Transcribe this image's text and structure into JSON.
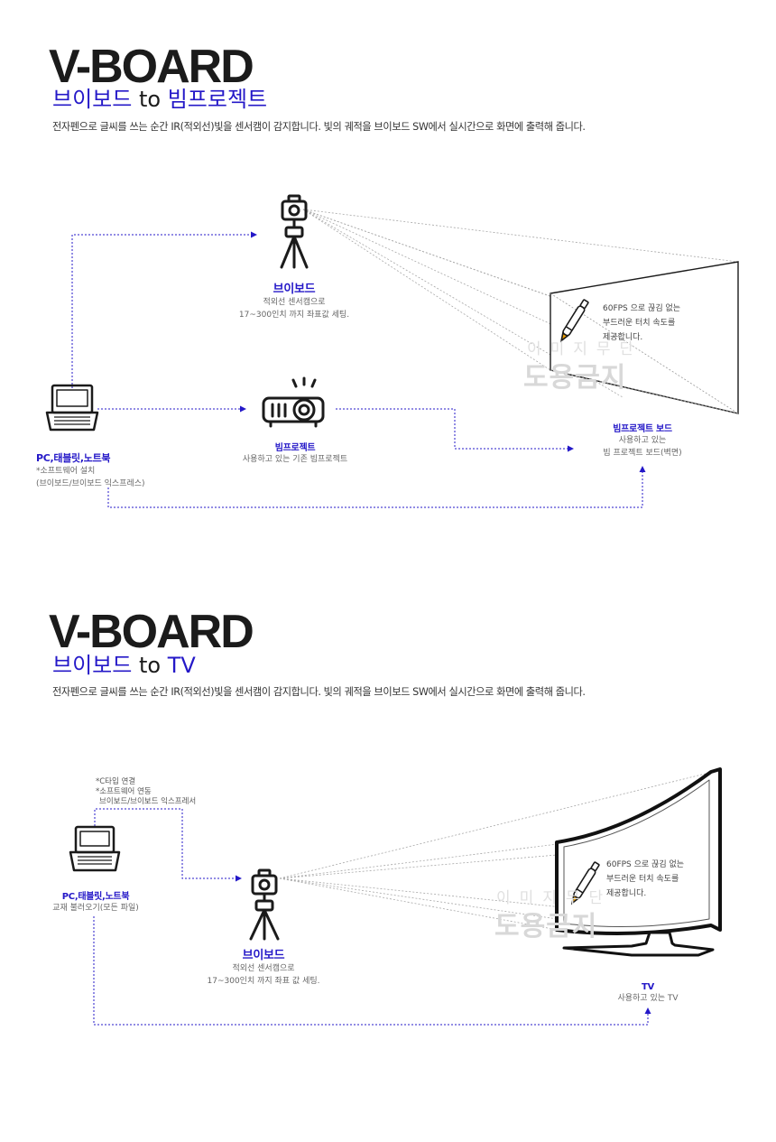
{
  "section1": {
    "brand": "V-BOARD",
    "subtitle_a": "브이보드",
    "subtitle_to": "to",
    "subtitle_b": "빔프로젝트",
    "description": "전자펜으로 글씨를 쓰는 순간 IR(적외선)빛을 센서캠이 감지합니다. 빛의 궤적을 브이보드 SW에서 실시간으로 화면에 출력해 줍니다.",
    "vboard": {
      "title": "브이보드",
      "line1": "적외선 센서캠으로",
      "line2": "17~300인치 까지 좌표값 세팅."
    },
    "pc": {
      "title": "PC,태블릿,노트북",
      "line1": "*소프트웨어 설치",
      "line2": "(브이보드/브이보드 익스프레스)"
    },
    "projector": {
      "title": "빔프로젝트",
      "line1": "사용하고 있는 기존 빔프로젝트"
    },
    "board": {
      "title": "빔프로젝트 보드",
      "line1": "사용하고 있는",
      "line2": "빔 프로젝트 보드(벽면)"
    },
    "screen_note": {
      "line1": "60FPS 으로 끊김 없는",
      "line2": "부드러운 터치 속도를",
      "line3": "제공합니다."
    },
    "watermark": {
      "small": "이미지무단",
      "big": "도용금지"
    }
  },
  "section2": {
    "brand": "V-BOARD",
    "subtitle_a": "브이보드",
    "subtitle_to": "to",
    "subtitle_b": "TV",
    "description": "전자펜으로 글씨를 쓰는 순간 IR(적외선)빛을 센서캠이 감지합니다. 빛의 궤적을 브이보드 SW에서 실시간으로 화면에 출력해 줍니다.",
    "note": {
      "line1": "*C타입 연결",
      "line2": "*소프트웨어 연동",
      "line3": "브이보드/브이보드 익스프레서"
    },
    "pc": {
      "title": "PC,태블릿,노트북",
      "line1": "교재 불러오기(모든 파일)"
    },
    "vboard": {
      "title": "브이보드",
      "line1": "적외선 센서캠으로",
      "line2": "17~300인치 까지 좌표 값 세팅."
    },
    "tv": {
      "title": "TV",
      "line1": "사용하고 있는 TV"
    },
    "screen_note": {
      "line1": "60FPS 으로 끊김 없는",
      "line2": "부드러운 터치 속도를",
      "line3": "제공합니다."
    },
    "watermark": {
      "small": "이미지무단",
      "big": "도용금지"
    }
  },
  "colors": {
    "accent": "#2418c8",
    "dark": "#1b1b1b",
    "muted": "#666666"
  },
  "icons": [
    "camera-tripod-icon",
    "laptop-icon",
    "projector-icon",
    "digital-pen-icon",
    "curved-tv-icon"
  ]
}
